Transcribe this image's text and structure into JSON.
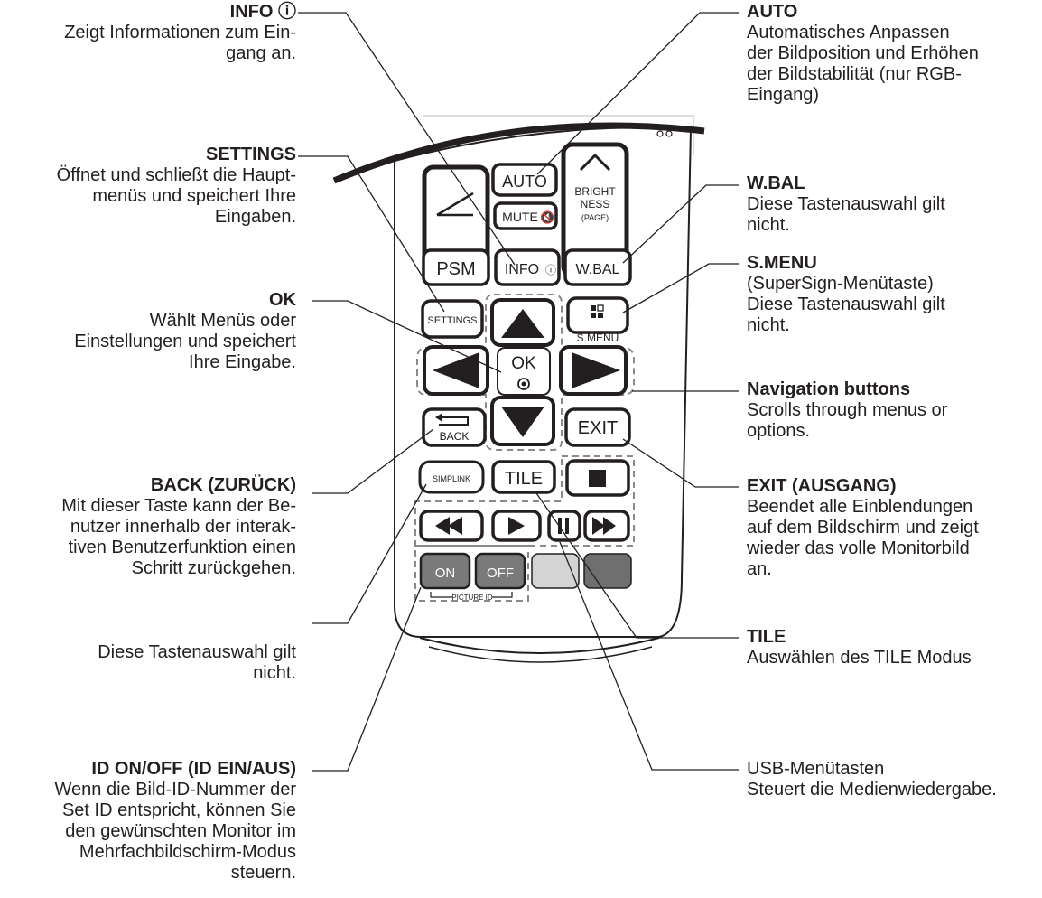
{
  "left_annotations": {
    "info": {
      "title": "INFO ⓘ",
      "desc": [
        "Zeigt Informationen zum Ein-",
        "gang an."
      ]
    },
    "settings": {
      "title": "SETTINGS",
      "desc": [
        "Öffnet und schließt die Haupt-",
        "menüs und speichert Ihre",
        "Eingaben."
      ]
    },
    "ok": {
      "title": "OK",
      "desc": [
        "Wählt Menüs oder",
        "Einstellungen und speichert",
        "Ihre Eingabe."
      ]
    },
    "back": {
      "title": "BACK (ZURÜCK)",
      "desc": [
        "Mit dieser Taste kann der Be-",
        "nutzer innerhalb der interak-",
        "tiven Benutzerfunktion einen",
        "Schritt zurückgehen."
      ]
    },
    "simplink": {
      "title": "",
      "desc": [
        "Diese Tastenauswahl gilt",
        "nicht."
      ]
    },
    "id": {
      "title": "ID ON/OFF (ID EIN/AUS)",
      "desc": [
        "Wenn die Bild-ID-Nummer der",
        "Set ID entspricht, können Sie",
        "den gewünschten Monitor im",
        "Mehrfachbildschirm-Modus",
        "steuern."
      ]
    }
  },
  "right_annotations": {
    "auto": {
      "title": "AUTO",
      "desc": [
        "Automatisches Anpassen",
        "der Bildposition und Erhöhen",
        "der Bildstabilität (nur RGB-",
        "Eingang)"
      ]
    },
    "wbal": {
      "title": "W.BAL",
      "desc": [
        "Diese Tastenauswahl gilt",
        "nicht."
      ]
    },
    "smenu": {
      "title": "S.MENU",
      "desc": [
        "(SuperSign-Menütaste)",
        "Diese Tastenauswahl gilt",
        "nicht."
      ]
    },
    "nav": {
      "title": "Navigation buttons",
      "desc": [
        "Scrolls through menus or",
        "options."
      ]
    },
    "exit": {
      "title": "EXIT (AUSGANG)",
      "desc": [
        "Beendet alle Einblendungen",
        "auf dem Bildschirm und zeigt",
        "wieder das volle Monitorbild",
        "an."
      ]
    },
    "tile": {
      "title": "TILE",
      "desc": [
        "Auswählen des TILE Modus"
      ]
    },
    "usb": {
      "title": "",
      "desc": [
        "USB-Menütasten",
        "Steuert die Medienwiedergabe."
      ]
    }
  },
  "buttons": {
    "auto": "AUTO",
    "mute": "MUTE",
    "bright1": "BRIGHT",
    "bright2": "NESS",
    "bright3": "(PAGE)",
    "psm": "PSM",
    "info": "INFO",
    "wbal": "W.BAL",
    "settings": "SETTINGS",
    "smenu": "S.MENU",
    "ok": "OK",
    "back": "BACK",
    "exit": "EXIT",
    "simplink": "SIMPLINK",
    "tile": "TILE",
    "on": "ON",
    "off": "OFF",
    "picture_id": "PICTURE ID"
  },
  "colors": {
    "on_off": "#7a7a7a",
    "color_btn_light": "#d4d4d4",
    "color_btn_dark": "#6f6f6f",
    "dash": "#8a8a8a"
  }
}
